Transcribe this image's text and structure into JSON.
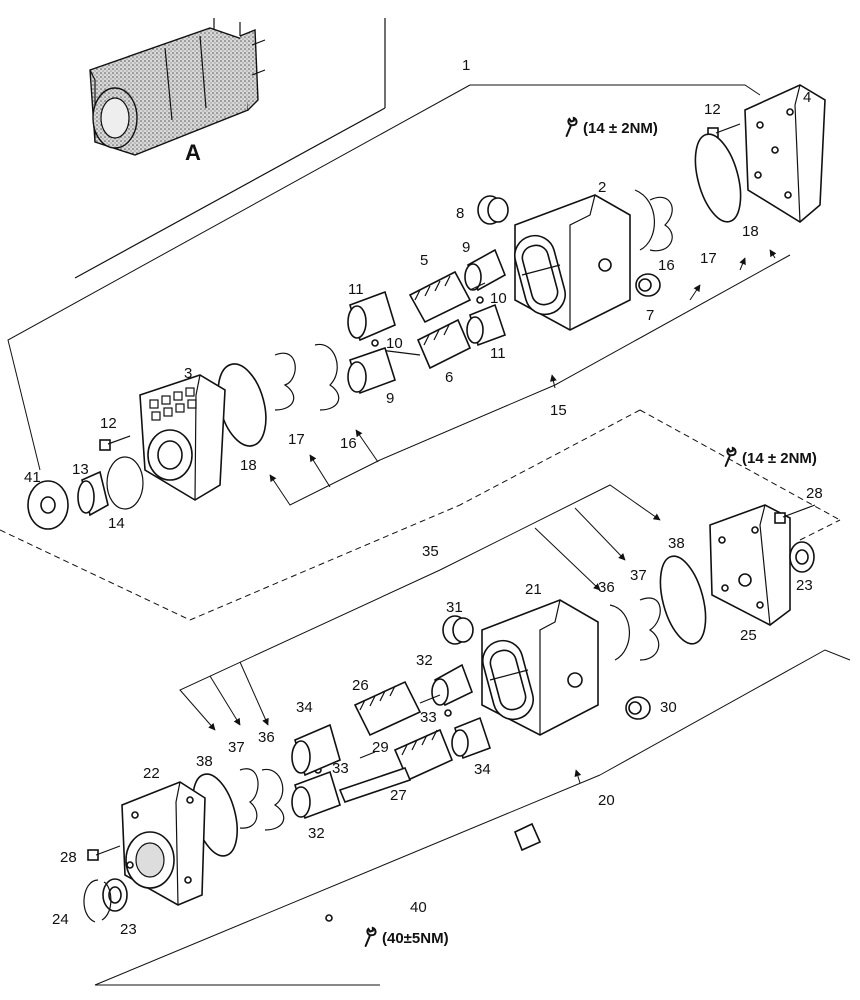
{
  "diagram": {
    "assembly_label": "A",
    "torques": {
      "rear_cover": "(14 ± 2NM)",
      "front_cover": "(14 ± 2NM)",
      "tie_rod": "(40±5NM)"
    },
    "callouts": {
      "c1": "1",
      "c2": "2",
      "c3": "3",
      "c4": "4",
      "c5": "5",
      "c6": "6",
      "c7": "7",
      "c8": "8",
      "c9a": "9",
      "c9b": "9",
      "c10a": "10",
      "c10b": "10",
      "c11a": "11",
      "c11b": "11",
      "c12a": "12",
      "c12b": "12",
      "c13": "13",
      "c14": "14",
      "c15": "15",
      "c16a": "16",
      "c16b": "16",
      "c17a": "17",
      "c17b": "17",
      "c18a": "18",
      "c18b": "18",
      "c20": "20",
      "c21": "21",
      "c22": "22",
      "c23a": "23",
      "c23b": "23",
      "c24": "24",
      "c25": "25",
      "c26": "26",
      "c27": "27",
      "c28a": "28",
      "c28b": "28",
      "c29": "29",
      "c30": "30",
      "c31": "31",
      "c32a": "32",
      "c32b": "32",
      "c33a": "33",
      "c33b": "33",
      "c34a": "34",
      "c34b": "34",
      "c35": "35",
      "c36a": "36",
      "c36b": "36",
      "c37a": "37",
      "c37b": "37",
      "c38a": "38",
      "c38b": "38",
      "c40": "40",
      "c41": "41"
    }
  }
}
